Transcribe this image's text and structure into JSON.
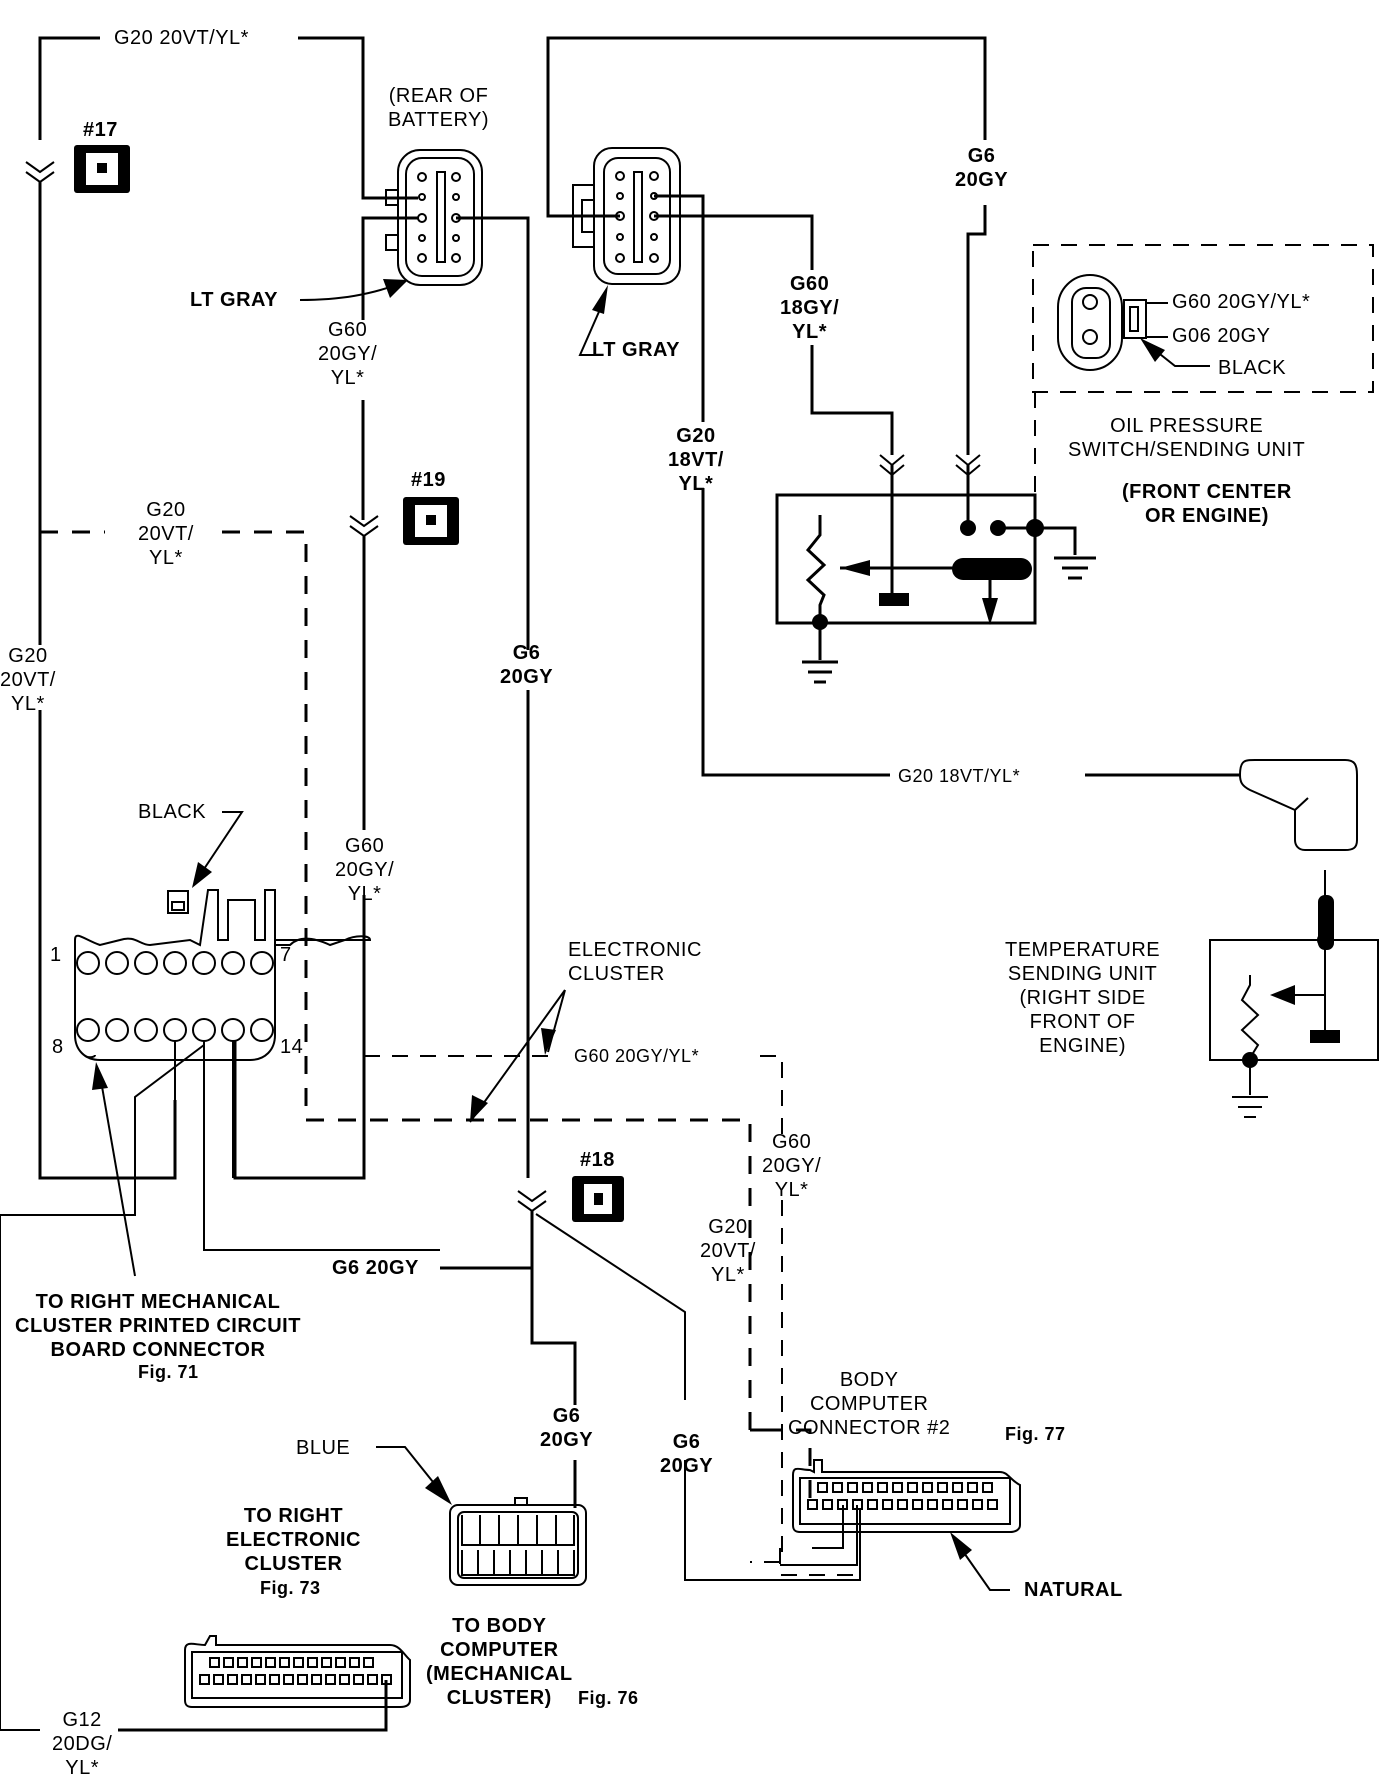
{
  "title": "Gauge Sender Wiring - Oil Pressure & Temperature",
  "wires": {
    "top_g20": "G20 20VT/YL*",
    "left_g20": "G20\n20VT/\nYL*",
    "dashed_g20_upper": "G20\n20VT/\nYL*",
    "g60_mid_upper": "G60\n20GY/\nYL*",
    "g60_mid_lower": "G60\n20GY/\nYL*",
    "g6_center": "G6\n20GY",
    "g6_top_right": "G6\n20GY",
    "g60_18": "G60\n18GY/\nYL*",
    "g20_18_vertical": "G20\n18VT/\nYL*",
    "g20_18_horizontal": "G20 18VT/YL*",
    "g60_dashed_horizontal": "G60 20GY/YL*",
    "g60_dashed_right": "G60\n20GY/\nYL*",
    "g20_dashed_lower": "G20\n20VT/\nYL*",
    "g6_horizontal": "G6 20GY",
    "g6_to_blue": "G6\n20GY",
    "g6_to_body": "G6\n20GY",
    "g12_bottom": "G12\n20DG/\nYL*"
  },
  "splices": [
    {
      "id": "#17"
    },
    {
      "id": "#19"
    },
    {
      "id": "#18"
    }
  ],
  "connectors": {
    "rear_battery_label": "(REAR OF\nBATTERY)",
    "lt_gray_1": "LT GRAY",
    "lt_gray_2": "LT GRAY",
    "black_cluster": "BLACK",
    "pin_1": "1",
    "pin_7": "7",
    "pin_8": "8",
    "pin_14": "14",
    "blue": "BLUE",
    "natural": "NATURAL",
    "electronic_cluster": "ELECTRONIC\nCLUSTER"
  },
  "oil_pressure": {
    "wire_a": "G60 20GY/YL*",
    "wire_b": "G06 20GY",
    "color": "BLACK",
    "title": "OIL PRESSURE\nSWITCH/SENDING UNIT",
    "location": "(FRONT CENTER\nOR ENGINE)"
  },
  "temperature": {
    "title": "TEMPERATURE\nSENDING UNIT\n(RIGHT SIDE\nFRONT OF\nENGINE)"
  },
  "destinations": {
    "mech_cluster": "TO RIGHT MECHANICAL\nCLUSTER PRINTED CIRCUIT\nBOARD CONNECTOR",
    "mech_cluster_fig": "Fig. 71",
    "body_computer_2": "BODY\nCOMPUTER\nCONNECTOR #2",
    "body_computer_2_fig": "Fig. 77",
    "elec_cluster": "TO RIGHT\nELECTRONIC\nCLUSTER",
    "elec_cluster_fig": "Fig. 73",
    "body_computer_mech": "TO BODY\nCOMPUTER\n(MECHANICAL\nCLUSTER)",
    "body_computer_mech_fig": "Fig. 76"
  }
}
